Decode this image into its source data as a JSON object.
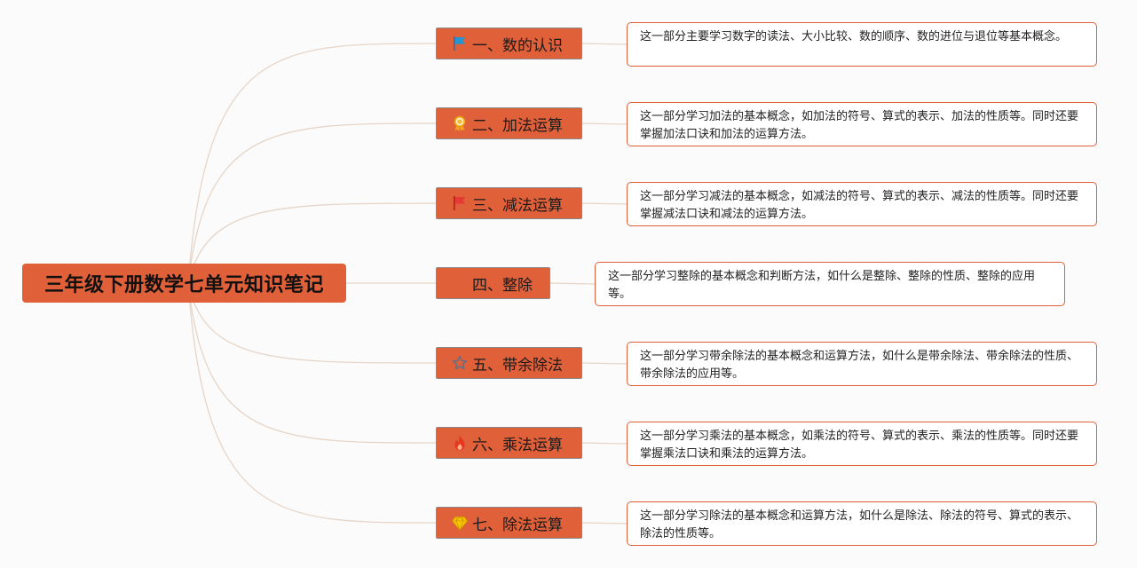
{
  "colors": {
    "accent": "#e0603a",
    "line": "#e6d5c8",
    "note_border": "#e0603a",
    "topic_border": "#8a8a8a"
  },
  "root": {
    "title": "三年级下册数学七单元知识笔记"
  },
  "topics": [
    {
      "label": "一、数的认识",
      "icon": "flag-blue-icon",
      "note": "这一部分主要学习数字的读法、大小比较、数的顺序、数的进位与退位等基本概念。"
    },
    {
      "label": "二、加法运算",
      "icon": "award-ribbon-icon",
      "note": "这一部分学习加法的基本概念，如加法的符号、算式的表示、加法的性质等。同时还要掌握加法口诀和加法的运算方法。"
    },
    {
      "label": "三、减法运算",
      "icon": "flag-red-icon",
      "note": "这一部分学习减法的基本概念，如减法的符号、算式的表示、减法的性质等。同时还要掌握减法口诀和减法的运算方法。"
    },
    {
      "label": "四、整除",
      "icon": "",
      "note": "这一部分学习整除的基本概念和判断方法，如什么是整除、整除的性质、整除的应用等。"
    },
    {
      "label": "五、带余除法",
      "icon": "star-outline-icon",
      "note": "这一部分学习带余除法的基本概念和运算方法，如什么是带余除法、带余除法的性质、带余除法的应用等。"
    },
    {
      "label": "六、乘法运算",
      "icon": "fire-icon",
      "note": "这一部分学习乘法的基本概念，如乘法的符号、算式的表示、乘法的性质等。同时还要掌握乘法口诀和乘法的运算方法。"
    },
    {
      "label": "七、除法运算",
      "icon": "diamond-icon",
      "note": "这一部分学习除法的基本概念和运算方法，如什么是除法、除法的符号、算式的表示、除法的性质等。"
    }
  ]
}
